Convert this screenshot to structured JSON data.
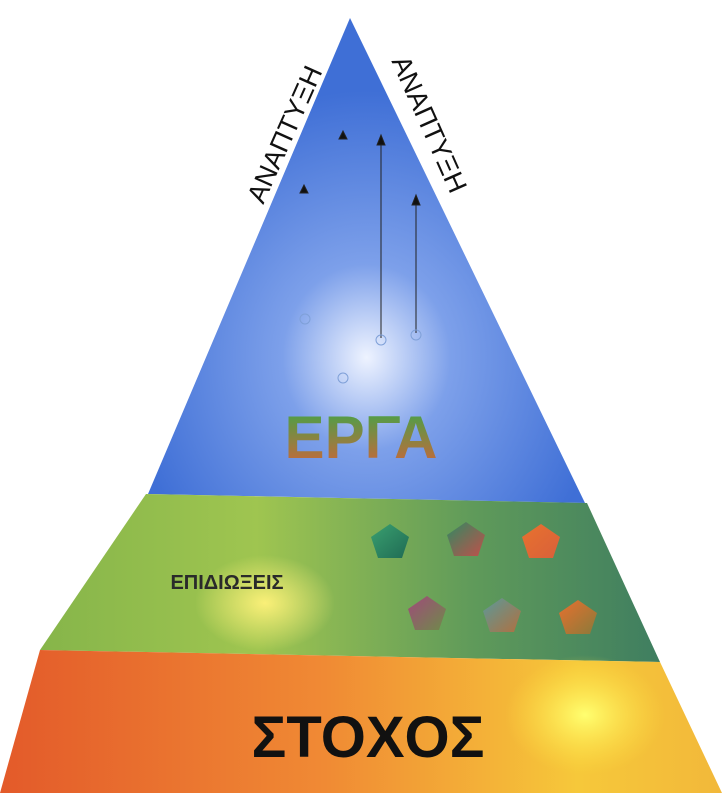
{
  "diagram": {
    "top_label_left": "ΑΝΑΠΤΥΞΗ",
    "top_label_right": "ΑΝΑΠΤΥΞΗ",
    "tier_top_label": "ΕΡΓΑ",
    "tier_middle_label": "ΕΠΙΔΙΩΞΕΙΣ",
    "tier_bottom_label": "ΣΤΟΧΟΣ"
  },
  "colors": {
    "top_tier": "#3f73d6",
    "middle_tier": "#7aa64a",
    "bottom_tier": "#e8762e",
    "bottom_tier_highlight": "#ffe040",
    "erga_text_top": "#3aa84a",
    "erga_text_bottom": "#d4623a",
    "pentagon_green": "#2f8a63",
    "pentagon_orange": "#e8723a",
    "pentagon_purple": "#8a4a8a"
  },
  "icons": [
    "arrow-up-icon",
    "circle-icon",
    "pentagon-icon"
  ]
}
